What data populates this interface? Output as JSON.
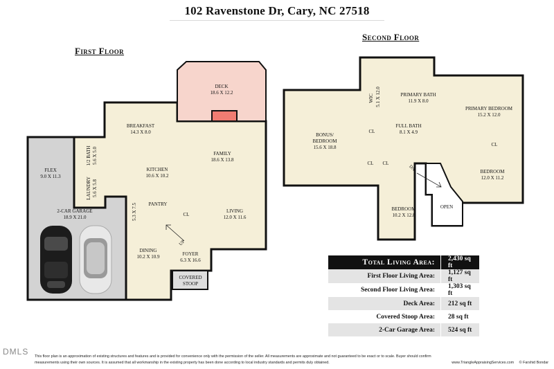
{
  "header": {
    "address": "102 Ravenstone Dr, Cary, NC 27518"
  },
  "first_floor": {
    "title": "First Floor",
    "rooms": {
      "deck": {
        "name": "DECK",
        "dims": "18.6 X 12.2"
      },
      "breakfast": {
        "name": "BREAKFAST",
        "dims": "14.3 X 8.0"
      },
      "half_bath": {
        "name": "1/2 BATH",
        "dims": "5.6 X 5.0"
      },
      "laundry": {
        "name": "LAUNDRY",
        "dims": "5.6 X 5.8"
      },
      "kitchen": {
        "name": "KITCHEN",
        "dims": "10.6 X 10.2"
      },
      "family": {
        "name": "FAMILY",
        "dims": "18.6 X 13.8"
      },
      "flex": {
        "name": "FLEX",
        "dims": "9.0 X 11.3"
      },
      "garage": {
        "name": "2-CAR GARAGE",
        "dims": "18.9 X 21.0"
      },
      "pantry": {
        "name": "PANTRY"
      },
      "pantry_size": {
        "dims": "5.3 X 7.5"
      },
      "closet": {
        "name": "CL"
      },
      "living": {
        "name": "LIVING",
        "dims": "12.0 X 11.6"
      },
      "dining": {
        "name": "DINING",
        "dims": "10.2 X 10.9"
      },
      "foyer": {
        "name": "FOYER",
        "dims": "6.3 X 16.6"
      },
      "stoop": {
        "line1": "COVERED",
        "line2": "STOOP"
      },
      "stairs": {
        "label": "UP"
      }
    }
  },
  "second_floor": {
    "title": "Second Floor",
    "rooms": {
      "wic": {
        "name": "WIC",
        "dims": "5.1 X 12.0"
      },
      "primary_bath": {
        "name": "PRIMARY BATH",
        "dims": "11.9 X 8.0"
      },
      "primary_bedroom": {
        "name": "PRIMARY BEDROOM",
        "dims": "15.2 X 12.0"
      },
      "bonus": {
        "line1": "BONUS/",
        "line2": "BEDROOM",
        "dims": "15.6 X 18.8"
      },
      "full_bath": {
        "name": "FULL BATH",
        "dims": "8.1 X 4.9"
      },
      "bedroom_right": {
        "name": "BEDROOM",
        "dims": "12.0 X 11.2"
      },
      "bedroom_bottom": {
        "name": "BEDROOM",
        "dims": "10.2 X 12.8"
      },
      "open": {
        "name": "OPEN"
      },
      "closet": {
        "name": "CL"
      },
      "stairs": {
        "label": "DN"
      }
    }
  },
  "area_table": {
    "header": {
      "label": "Total Living Area:",
      "value": "2,430 sq ft"
    },
    "rows": [
      {
        "label": "First Floor Living Area:",
        "value": "1,127 sq ft"
      },
      {
        "label": "Second Floor Living Area:",
        "value": "1,303 sq ft"
      },
      {
        "label": "Deck Area:",
        "value": "212 sq ft"
      },
      {
        "label": "Covered Stoop Area:",
        "value": "28 sq ft"
      },
      {
        "label": "2-Car Garage Area:",
        "value": "524 sq ft"
      }
    ]
  },
  "footer": {
    "mls": "DMLS",
    "line1": "This floor plan is an approximation of existing structures and features and is provided for convenience only with the permission of the seller.  All measurements are approximate and not guaranteed to be exact or to scale.  Buyer should confirm",
    "line2": "measurements using their own sources.  It is assumed that all workmanship in the existing property has been done according to local industry standards and permits duly obtained.",
    "website": "www.TriangleAppraisingServices.com",
    "copyright": "© Farshid Bondar"
  },
  "colors": {
    "interior": "#f5efd8",
    "garage": "#d3d3d3",
    "deck": "#f7d5cc",
    "fireplace": "#f07c72",
    "wall": "#111111"
  }
}
